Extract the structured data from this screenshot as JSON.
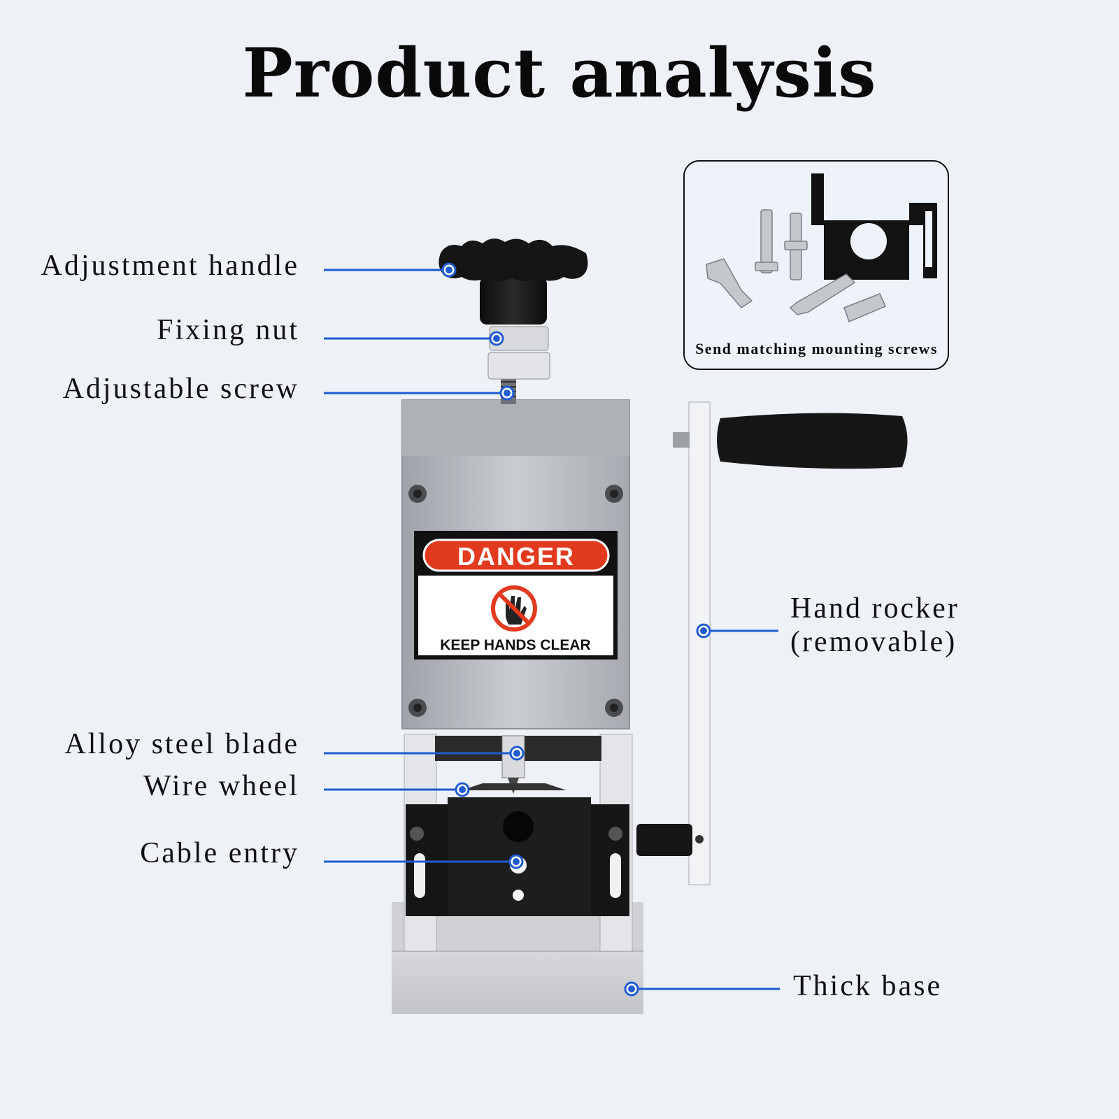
{
  "title": "Product analysis",
  "labels": {
    "adjustment_handle": "Adjustment handle",
    "fixing_nut": "Fixing nut",
    "adjustable_screw": "Adjustable screw",
    "alloy_steel_blade": "Alloy steel blade",
    "wire_wheel": "Wire wheel",
    "cable_entry": "Cable entry",
    "hand_rocker_line1": "Hand rocker",
    "hand_rocker_line2": "(removable)",
    "thick_base": "Thick base"
  },
  "inset": {
    "caption": "Send matching mounting screws"
  },
  "danger_sign": {
    "header": "DANGER",
    "message": "KEEP HANDS CLEAR"
  },
  "colors": {
    "background": "#eef1f6",
    "callout_line": "#1f5bd1",
    "danger_red": "#e23a1e",
    "metal": "#b9bcc2",
    "black_part": "#141414"
  }
}
